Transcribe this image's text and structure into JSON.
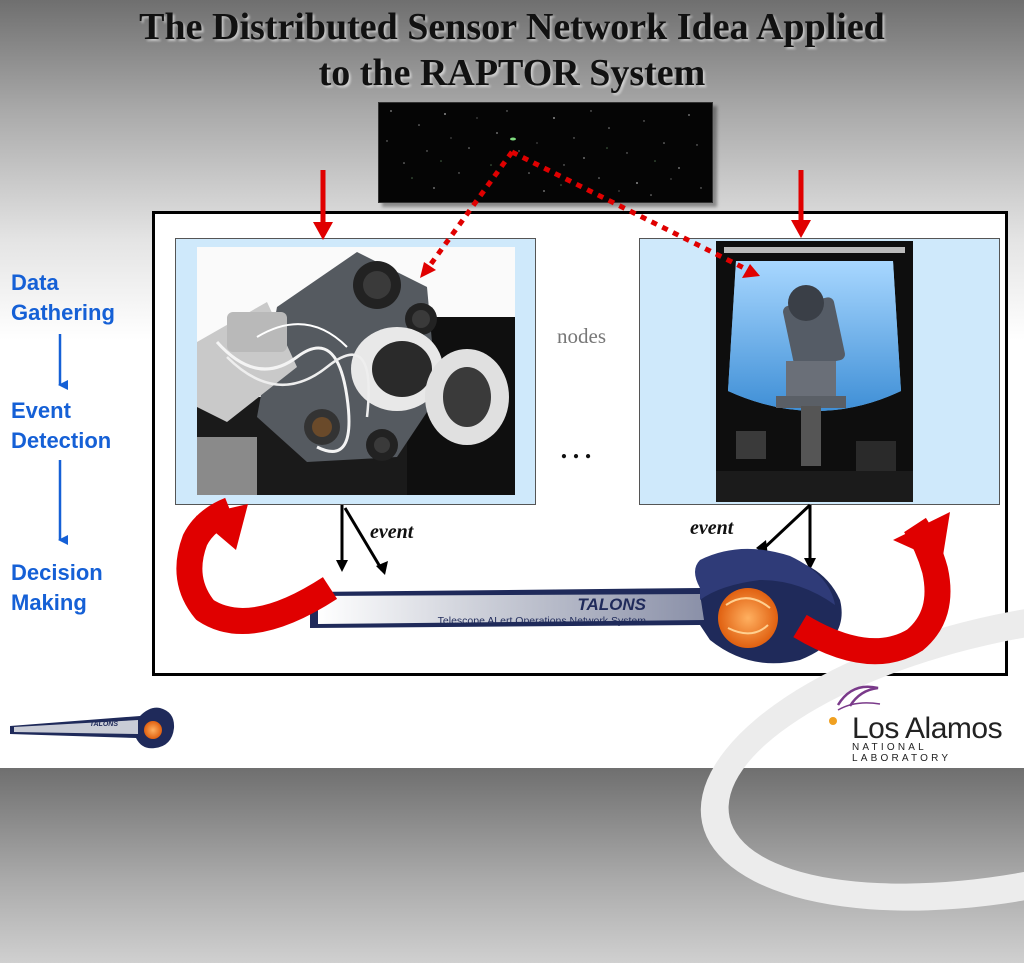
{
  "title": {
    "line1": "The Distributed Sensor Network Idea Applied",
    "line2": "to the RAPTOR System"
  },
  "side_labels": [
    {
      "line1": "Data",
      "line2": "Gathering"
    },
    {
      "line1": "Event",
      "line2": "Detection"
    },
    {
      "line1": "Decision",
      "line2": "Making"
    }
  ],
  "nodes_label": "nodes",
  "ellipsis": "…",
  "event_labels": [
    "event",
    "event"
  ],
  "talons": {
    "name": "TALONS",
    "subtitle": "Telescope ALert Operations Network System",
    "small_name": "TALONS"
  },
  "lanl": {
    "name": "Los Alamos",
    "subtitle": "NATIONAL LABORATORY"
  },
  "colors": {
    "label_blue": "#1560d6",
    "arrow_red": "#e00000",
    "panel_blue": "#cfe9fb",
    "talons_navy": "#1f2a5a",
    "talons_orange": "#f07820"
  }
}
